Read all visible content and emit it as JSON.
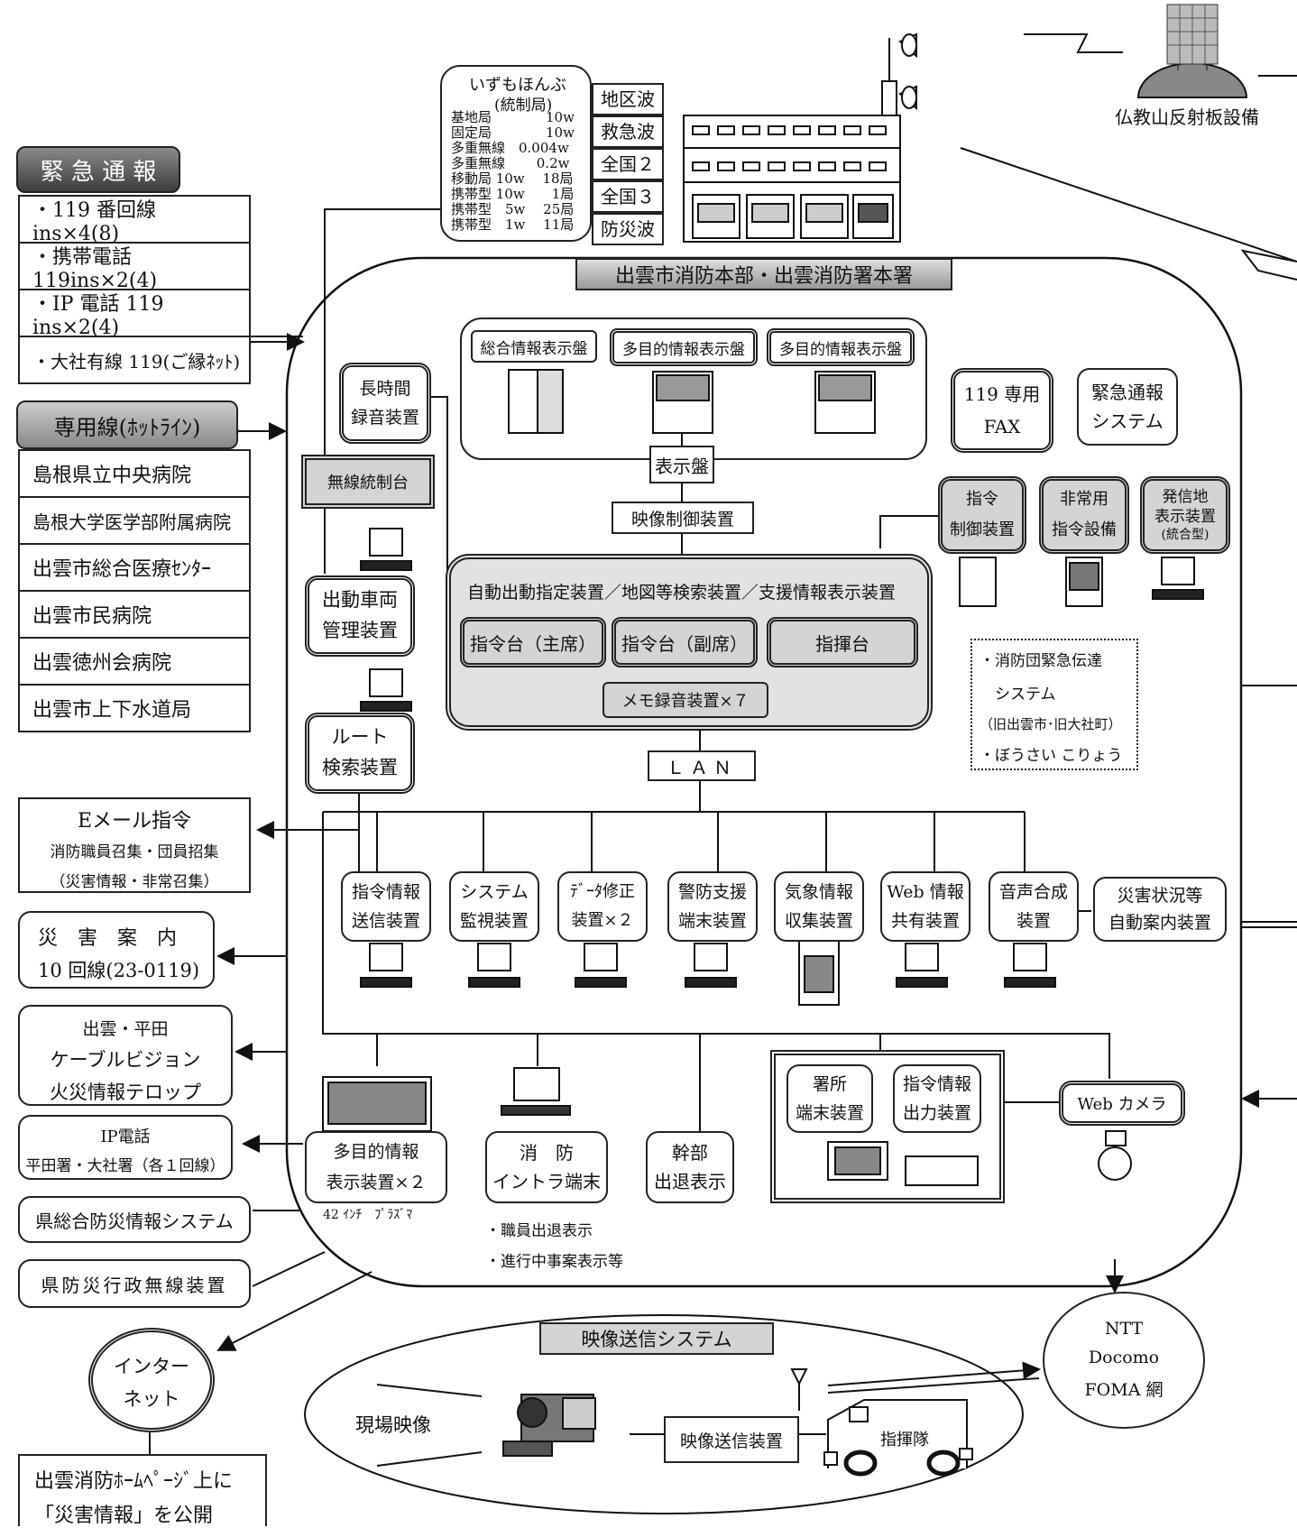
{
  "satellite": {
    "label": "仏教山反射板設備"
  },
  "izumo": {
    "title": "いずもほんぶ",
    "sub": "(統制局)",
    "rows": [
      "基地局　　　　10w",
      "固定局　　　　10w",
      "多重無線　0.004w",
      "多重無線　　 0.2w",
      "移動局 10w　 18局",
      "携帯型 10w　　1局",
      "携帯型　5w　 25局",
      "携帯型　1w　 11局"
    ]
  },
  "channels": [
    "地区波",
    "救急波",
    "全国２",
    "全国３",
    "防災波"
  ],
  "hq_title": "出雲市消防本部・出雲消防署本署",
  "emergency": {
    "header": "緊 急 通 報",
    "items": [
      "・119 番回線 ins×4(8)",
      "・携帯電話 119ins×2(4)",
      "・IP 電話 119 ins×2(4)",
      "・大社有線 119(ご縁ﾈｯﾄ)"
    ]
  },
  "hotline": {
    "header": "専用線(ﾎｯﾄﾗｲﾝ)",
    "items": [
      "島根県立中央病院",
      "島根大学医学部附属病院",
      "出雲市総合医療ｾﾝﾀｰ",
      "出雲市民病院",
      "出雲徳州会病院",
      "出雲市上下水道局"
    ]
  },
  "email": {
    "title": "Eメール指令",
    "line1": "消防職員召集・団員招集",
    "line2": "（災害情報・非常召集）"
  },
  "disaster": {
    "line1": "災　害　案　内",
    "line2": "10 回線(23-0119)"
  },
  "cable": {
    "line1": "出雲・平田",
    "line2": "ケーブルビジョン",
    "line3": "火災情報テロップ"
  },
  "ipphone": {
    "line1": "IP電話",
    "line2": "平田署・大社署（各１回線）"
  },
  "pref1": "県総合防災情報システム",
  "pref2": "県防災行政無線装置",
  "internet": {
    "line1": "インター",
    "line2": "ネット"
  },
  "homepage": {
    "line1": "出雲消防ﾎｰﾑﾍﾟｰｼﾞ上に",
    "line2": "「災害情報」を公開"
  },
  "display": {
    "general": "総合情報表示盤",
    "multi1": "多目的情報表示盤",
    "multi2": "多目的情報表示盤",
    "panel": "表示盤",
    "video": "映像制御装置"
  },
  "recorder": {
    "line1": "長時間",
    "line2": "録音装置"
  },
  "radio": "無線統制台",
  "vehicle": {
    "line1": "出動車両",
    "line2": "管理装置"
  },
  "route": {
    "line1": "ルート",
    "line2": "検索装置"
  },
  "central": {
    "title": "自動出動指定装置／地図等検索装置／支援情報表示装置",
    "main": "指令台（主席）",
    "sub": "指令台（副席）",
    "command": "指揮台",
    "memo": "メモ録音装置×７"
  },
  "lan": "ＬＡＮ",
  "fax": {
    "line1": "119 専用",
    "line2": "FAX"
  },
  "alarm": {
    "line1": "緊急通報",
    "line2": "システム"
  },
  "control": {
    "line1": "指令",
    "line2": "制御装置"
  },
  "emergencyCmd": {
    "line1": "非常用",
    "line2": "指令設備"
  },
  "origin": {
    "line1": "発信地",
    "line2": "表示装置",
    "line3": "(統合型)"
  },
  "dotted": [
    "・消防団緊急伝達",
    "　システム",
    "（旧出雲市･旧大社町）",
    "・ぼうさい こりょう"
  ],
  "devices": [
    {
      "l1": "指令情報",
      "l2": "送信装置"
    },
    {
      "l1": "システム",
      "l2": "監視装置"
    },
    {
      "l1": "ﾃﾞｰﾀ修正",
      "l2": "装置×２"
    },
    {
      "l1": "警防支援",
      "l2": "端末装置"
    },
    {
      "l1": "気象情報",
      "l2": "収集装置"
    },
    {
      "l1": "Web 情報",
      "l2": "共有装置"
    },
    {
      "l1": "音声合成",
      "l2": "装置"
    }
  ],
  "auto": {
    "line1": "災害状況等",
    "line2": "自動案内装置"
  },
  "multiDisp": {
    "line1": "多目的情報",
    "line2": "表示装置×２",
    "note": "42 ｲﾝﾁ　ﾌﾟﾗｽﾞﾏ"
  },
  "intra": {
    "line1": "消　防",
    "line2": "イントラ端末",
    "b1": "・職員出退表示",
    "b2": "・進行中事案表示等"
  },
  "exec": {
    "line1": "幹部",
    "line2": "出退表示"
  },
  "station": {
    "line1": "署所",
    "line2": "端末装置"
  },
  "output": {
    "line1": "指令情報",
    "line2": "出力装置"
  },
  "webcam": "Web カメラ",
  "videoTx": {
    "title": "映像送信システム",
    "scene": "現場映像",
    "device": "映像送信装置",
    "truck": "指揮隊"
  },
  "ntt": {
    "line1": "NTT",
    "line2": "Docomo",
    "line3": "FOMA 網"
  }
}
